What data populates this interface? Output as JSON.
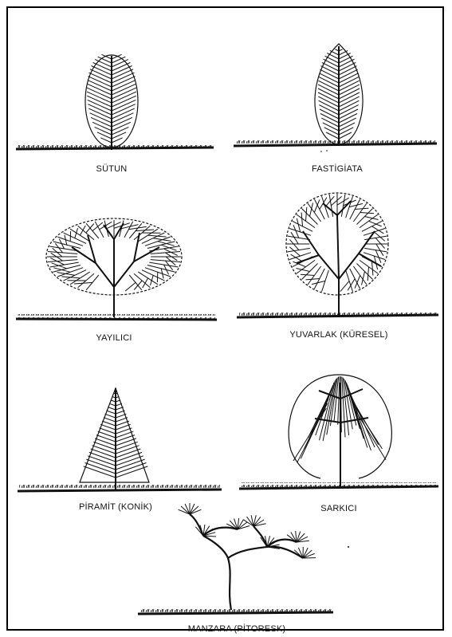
{
  "trees": [
    {
      "id": "sutun",
      "label": "SÜTUN"
    },
    {
      "id": "fastigiata",
      "label": "FASTİGİATA"
    },
    {
      "id": "yayilici",
      "label": "YAYILICI"
    },
    {
      "id": "yuvarlak",
      "label": "YUVARLAK (KÜRESEL)"
    },
    {
      "id": "piramit",
      "label": "PİRAMİT (KONİK)"
    },
    {
      "id": "sarkici",
      "label": "SARKICI"
    },
    {
      "id": "manzara",
      "label": "MANZARA (PİTORESK)"
    }
  ],
  "colors": {
    "ink": "#111111",
    "background": "#ffffff"
  }
}
